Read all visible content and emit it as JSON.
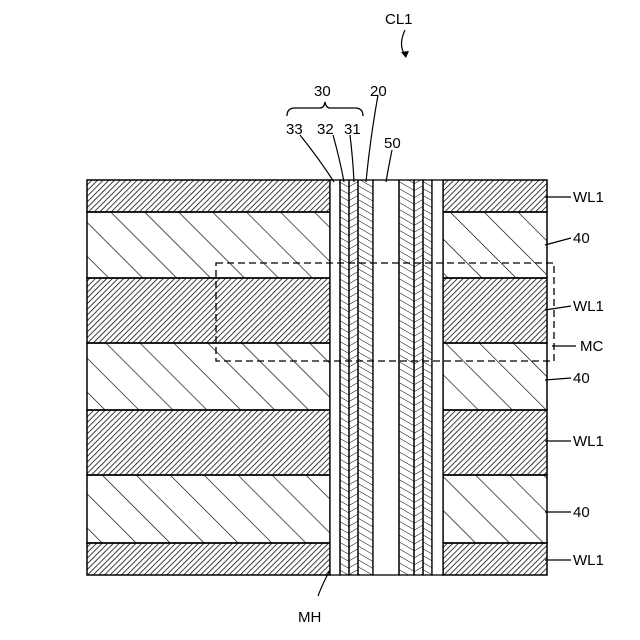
{
  "labels": {
    "cell": "CL1",
    "stack": "30",
    "core": "20",
    "layer_33": "33",
    "layer_32": "32",
    "layer_31": "31",
    "fill": "50",
    "word_line": "WL1",
    "insulator": "40",
    "memory_cell": "MC",
    "memory_hole": "MH"
  }
}
